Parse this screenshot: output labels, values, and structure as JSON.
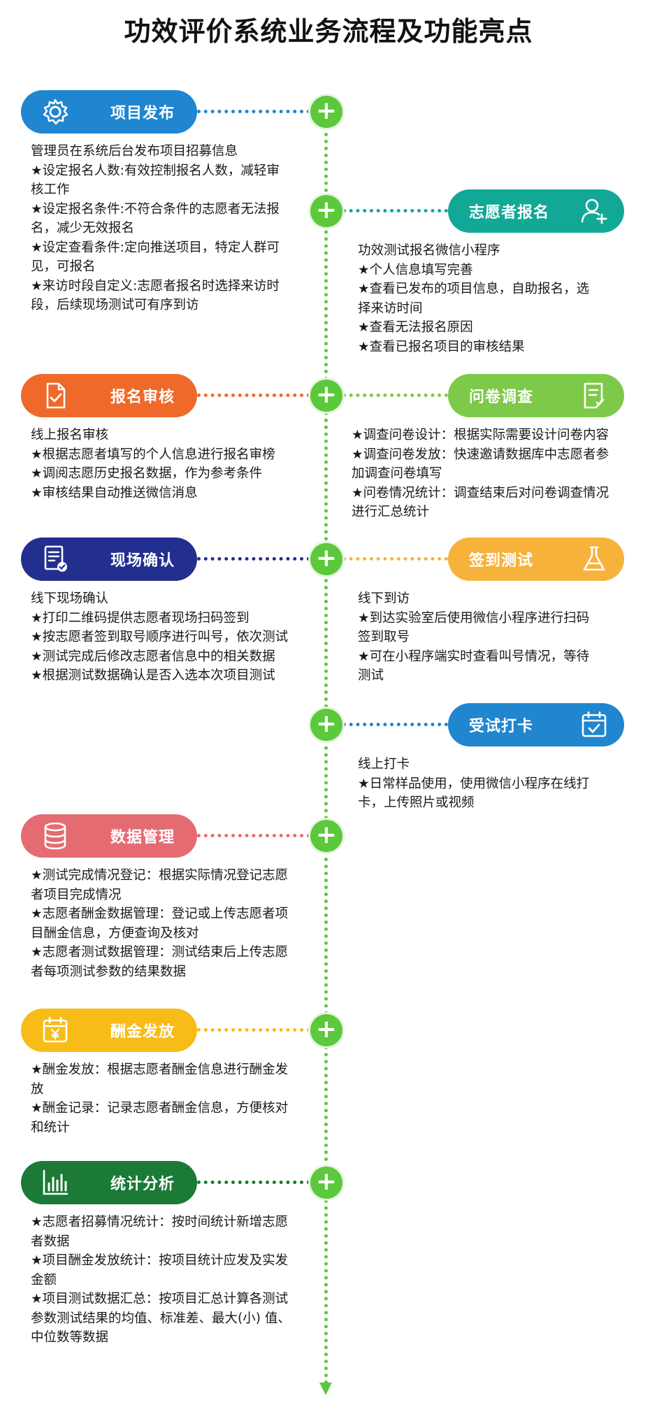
{
  "title": "功效评价系统业务流程及功能亮点",
  "colors": {
    "timeline": "#5cc83c",
    "blue": "#1f86cf",
    "teal": "#12a896",
    "orange": "#ef6a2a",
    "lime": "#7dc94a",
    "navy": "#232f8f",
    "amber": "#f7b23b",
    "rose": "#e56b73",
    "yellow": "#f7bc17",
    "green": "#1b7a36"
  },
  "steps": [
    {
      "label": "项目发布",
      "icon": "gear-icon",
      "lines": [
        "管理员在系统后台发布项目招募信息",
        "★设定报名人数:有效控制报名人数，减轻审",
        "核工作",
        "★设定报名条件:不符合条件的志愿者无法报",
        "名，减少无效报名",
        "★设定查看条件:定向推送项目，特定人群可",
        "见，可报名",
        "★来访时段自定义:志愿者报名时选择来访时",
        "段，后续现场测试可有序到访"
      ]
    },
    {
      "label": "志愿者报名",
      "icon": "user-add-icon",
      "lines": [
        "功效测试报名微信小程序",
        "★个人信息填写完善",
        "★查看已发布的项目信息，自助报名，选",
        "择来访时间",
        "★查看无法报名原因",
        "★查看已报名项目的审核结果"
      ]
    },
    {
      "label": "报名审核",
      "icon": "document-check-icon",
      "lines": [
        "线上报名审核",
        "★根据志愿者填写的个人信息进行报名审榜",
        "★调阅志愿历史报名数据，作为参考条件",
        "★审核结果自动推送微信消息"
      ]
    },
    {
      "label": "问卷调查",
      "icon": "questionnaire-icon",
      "lines": [
        "★调查问卷设计：根据实际需要设计问卷内容",
        "★调查问卷发放：快速邀请数据库中志愿者参",
        "加调查问卷填写",
        "★问卷情况统计：调查结束后对问卷调查情况",
        "进行汇总统计"
      ]
    },
    {
      "label": "现场确认",
      "icon": "checklist-icon",
      "lines": [
        "线下现场确认",
        "★打印二维码提供志愿者现场扫码签到",
        "★按志愿者签到取号顺序进行叫号，依次测试",
        "★测试完成后修改志愿者信息中的相关数据",
        "★根据测试数据确认是否入选本次项目测试"
      ]
    },
    {
      "label": "签到测试",
      "icon": "flask-icon",
      "lines": [
        "线下到访",
        "★到达实验室后使用微信小程序进行扫码",
        "签到取号",
        "★可在小程序端实时查看叫号情况，等待",
        "测试"
      ]
    },
    {
      "label": "受试打卡",
      "icon": "calendar-check-icon",
      "lines": [
        "线上打卡",
        "★日常样品使用，使用微信小程序在线打",
        "卡，上传照片或视频"
      ]
    },
    {
      "label": "数据管理",
      "icon": "database-icon",
      "lines": [
        "★测试完成情况登记：根据实际情况登记志愿",
        "者项目完成情况",
        "★志愿者酬金数据管理：登记或上传志愿者项",
        "目酬金信息，方便查询及核对",
        "★志愿者测试数据管理：测试结束后上传志愿",
        "者每项测试参数的结果数据"
      ]
    },
    {
      "label": "酬金发放",
      "icon": "money-calendar-icon",
      "lines": [
        "★酬金发放：根据志愿者酬金信息进行酬金发",
        "放",
        "★酬金记录：记录志愿者酬金信息，方便核对",
        "和统计"
      ]
    },
    {
      "label": "统计分析",
      "icon": "bar-chart-icon",
      "lines": [
        "★志愿者招募情况统计：按时间统计新增志愿",
        "者数据",
        "★项目酬金发放统计：按项目统计应发及实发",
        "金额",
        "★项目测试数据汇总：按项目汇总计算各测试",
        "参数测试结果的均值、标准差、最大(小) 值、",
        "中位数等数据"
      ]
    }
  ]
}
